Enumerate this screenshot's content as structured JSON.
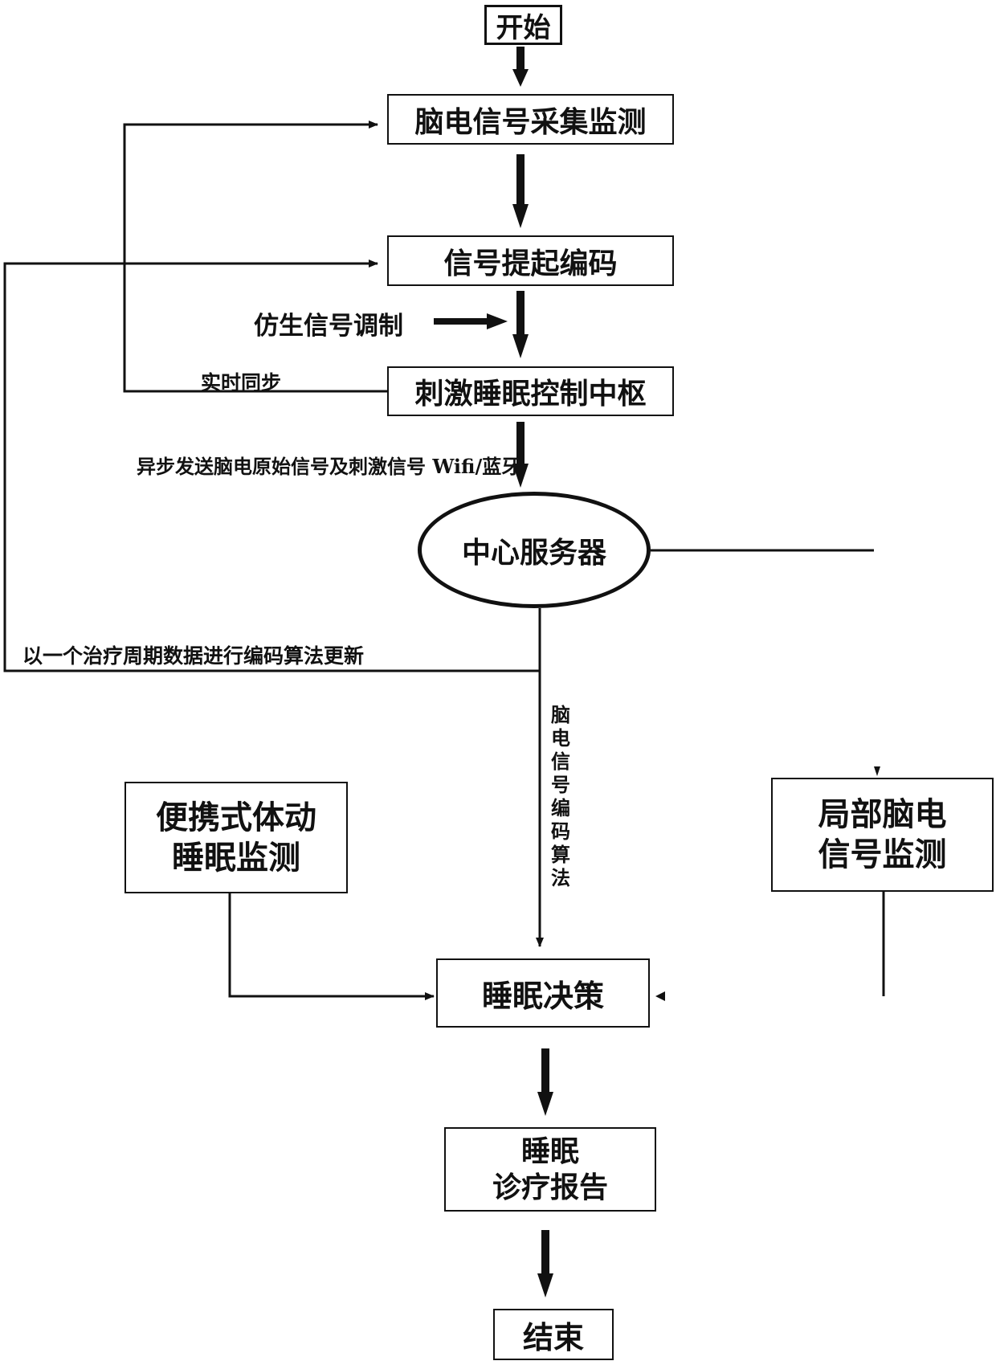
{
  "nodes": {
    "start": "开始",
    "eeg_acquire": "脑电信号采集监测",
    "signal_encode": "信号提起编码",
    "stim_center": "刺激睡眠控制中枢",
    "server": "中心服务器",
    "portable_monitor": "便携式体动\n睡眠监测",
    "local_eeg": "局部脑电\n信号监测",
    "decision": "睡眠决策",
    "report": "睡眠\n诊疗报告",
    "end": "结束"
  },
  "labels": {
    "bionic_mod": "仿生信号调制",
    "realtime_sync": "实时同步",
    "async_send": "异步发送脑电原始信号及刺激信号  Wifi/蓝牙",
    "cycle_update": "以一个治疗周期数据进行编码算法更新",
    "eeg_algo": "脑电信号编码算法"
  }
}
